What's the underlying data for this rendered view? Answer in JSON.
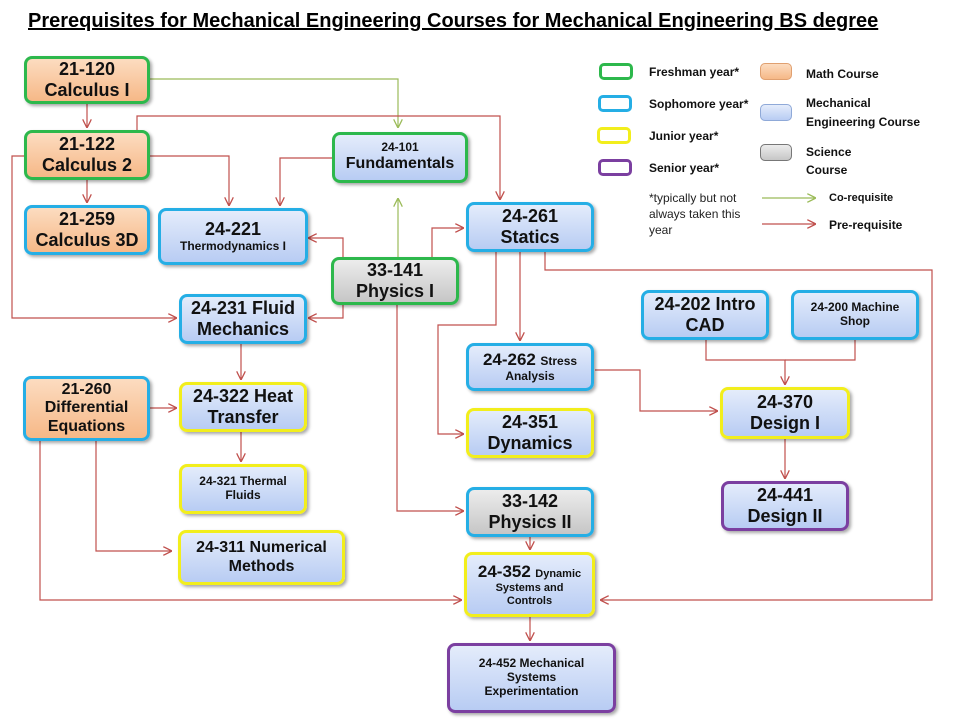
{
  "title": "Prerequisites for Mechanical Engineering Courses for Mechanical Engineering BS degree",
  "courses": {
    "c21120": {
      "l1": "21-120",
      "l2": "Calculus I"
    },
    "c21122": {
      "l1": "21-122",
      "l2": "Calculus 2"
    },
    "c21259": {
      "l1": "21-259",
      "l2": "Calculus 3D"
    },
    "c24101": {
      "l1": "24-101",
      "l2": "Fundamentals"
    },
    "c24221": {
      "l1": "24-221",
      "l2": "Thermodynamics I"
    },
    "c24261": {
      "l1": "24-261",
      "l2": "Statics"
    },
    "c33141": {
      "l1": "33-141",
      "l2": "Physics I"
    },
    "c24231": {
      "l1": "24-231 Fluid",
      "l2": "Mechanics"
    },
    "c24202": {
      "l1": "24-202 Intro",
      "l2": "CAD"
    },
    "c24200": {
      "l1": "24-200 Machine",
      "l2": "Shop"
    },
    "c24262": {
      "l1": "24-262",
      "l1b": "Stress",
      "l2": "Analysis"
    },
    "c21260": {
      "l1": "21-260",
      "l2": "Differential",
      "l3": "Equations"
    },
    "c24322": {
      "l1": "24-322 Heat",
      "l2": "Transfer"
    },
    "c24370": {
      "l1": "24-370",
      "l2": "Design I"
    },
    "c24351": {
      "l1": "24-351",
      "l2": "Dynamics"
    },
    "c24321": {
      "l1": "24-321 Thermal",
      "l2": "Fluids"
    },
    "c24441": {
      "l1": "24-441",
      "l2": "Design II"
    },
    "c33142": {
      "l1": "33-142",
      "l2": "Physics II"
    },
    "c24311": {
      "l1": "24-311 Numerical",
      "l2": "Methods"
    },
    "c24352": {
      "l1": "24-352",
      "l1b": "Dynamic",
      "l2": "Systems and",
      "l3": "Controls"
    },
    "c24452": {
      "l1": "24-452 Mechanical",
      "l2": "Systems",
      "l3": "Experimentation"
    }
  },
  "legend": {
    "freshman": "Freshman year*",
    "sophomore": "Sophomore year*",
    "junior": "Junior year*",
    "senior": "Senior year*",
    "math": "Math Course",
    "me_line1": "Mechanical",
    "me_line2": "Engineering Course",
    "sci_line1": "Science",
    "sci_line2": "Course",
    "note_line1": "*typically but not",
    "note_line2": "always taken this",
    "note_line3": "year",
    "coreq": "Co-requisite",
    "prereq": "Pre-requisite"
  },
  "colors": {
    "freshman": "#2db84c",
    "sophomore": "#25aee5",
    "junior": "#f2ee1c",
    "senior": "#7b3fa0",
    "prereq_arrow": "#c0504d",
    "coreq_arrow": "#9bbb59"
  }
}
